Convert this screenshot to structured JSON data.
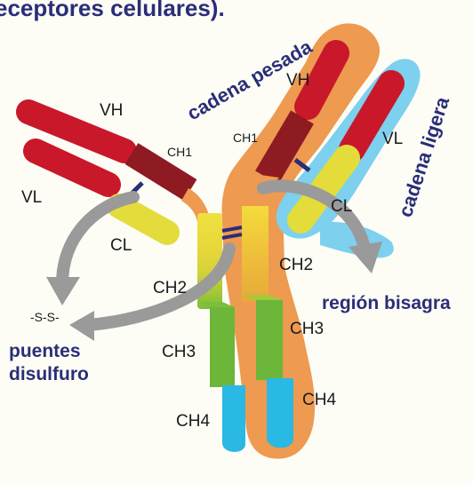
{
  "header_text": "eceptores celulares).",
  "labels": {
    "cadena_pesada": "cadena pesada",
    "cadena_ligera": "cadena ligera",
    "region_bisagra": "región bisagra",
    "puentes": "puentes",
    "disulfuro": "disulfuro",
    "ss": "-S-S-",
    "left_vh": "VH",
    "left_vl": "VL",
    "left_ch1": "CH1",
    "left_cl": "CL",
    "left_ch2": "CH2",
    "left_ch3": "CH3",
    "left_ch4": "CH4",
    "right_vh": "VH",
    "right_vl": "VL",
    "right_ch1": "CH1",
    "right_cl": "CL",
    "right_ch2": "CH2",
    "right_ch3": "CH3",
    "right_ch4": "CH4"
  },
  "colors": {
    "vh": "#c8182a",
    "ch1": "#8e1a22",
    "cl": "#e4dc3a",
    "ch2_yellow": "#e8d83a",
    "ch3_green": "#6cb63a",
    "ch4_blue": "#2ab8e4",
    "heavy_halo": "#ee9a50",
    "light_halo": "#7dd0ee",
    "arrow_gray": "#9a9a9a",
    "title_blue": "#2a2e78"
  }
}
